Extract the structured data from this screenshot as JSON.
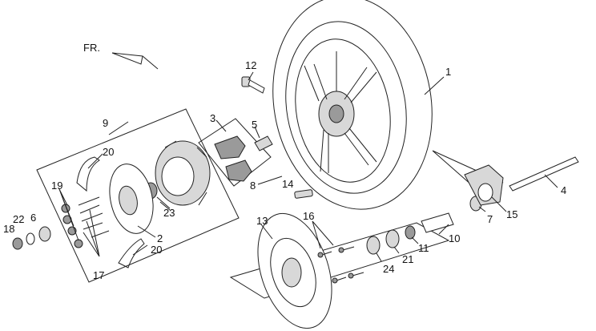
{
  "diagram": {
    "orientation_label": "FR.",
    "part_labels": {
      "p1": "1",
      "p2": "2",
      "p3": "3",
      "p4": "4",
      "p5": "5",
      "p6": "6",
      "p7": "7",
      "p8": "8",
      "p9": "9",
      "p10": "10",
      "p11": "11",
      "p12": "12",
      "p13": "13",
      "p14": "14",
      "p15": "15",
      "p16": "16",
      "p17": "17",
      "p18": "18",
      "p19": "19",
      "p20a": "20",
      "p20b": "20",
      "p21": "21",
      "p22": "22",
      "p23": "23",
      "p24": "24"
    }
  }
}
